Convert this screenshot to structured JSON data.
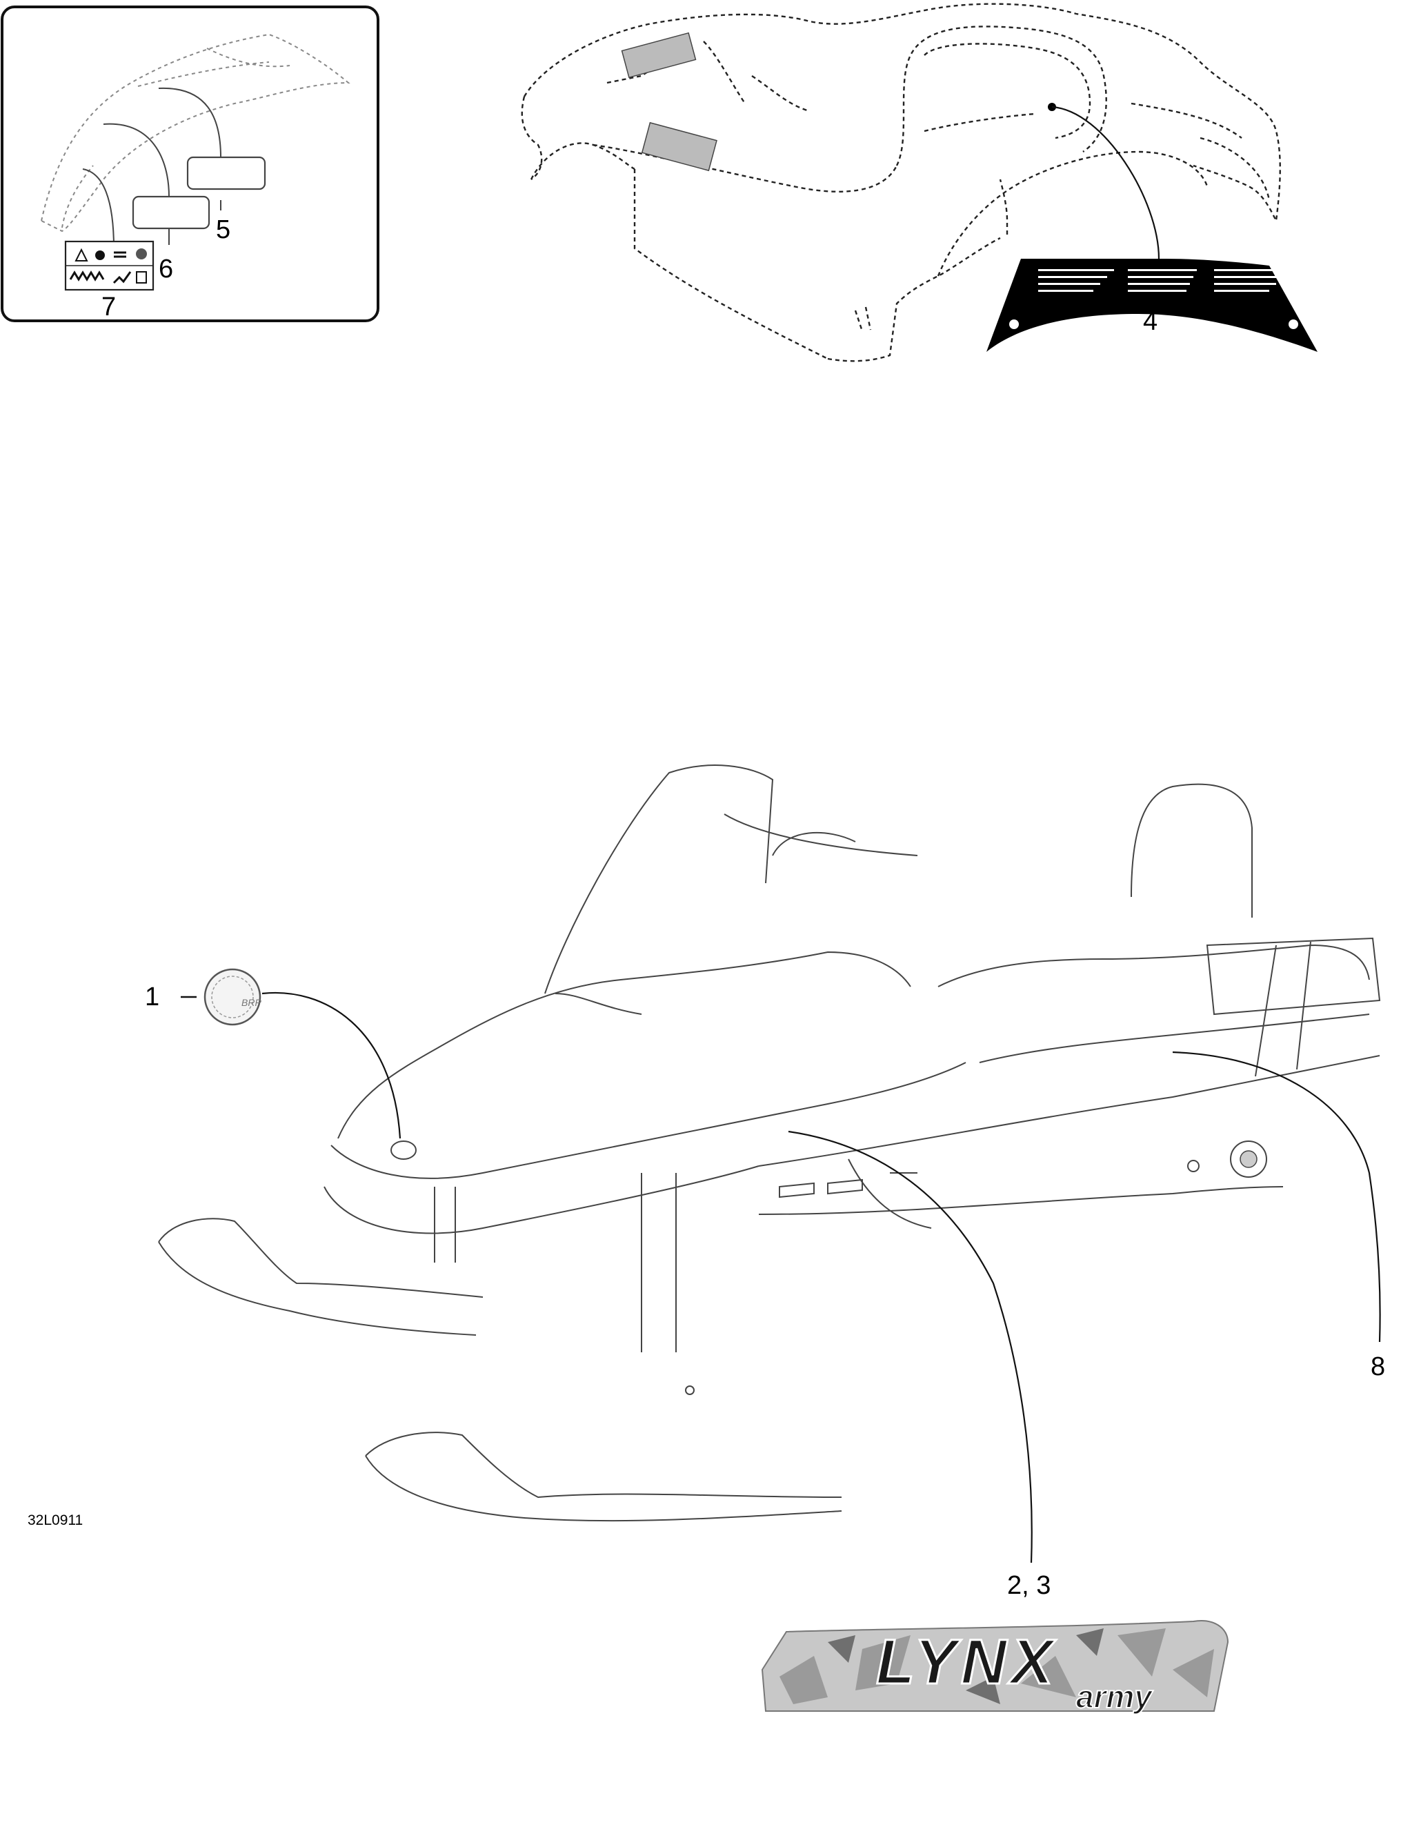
{
  "diagram": {
    "drawing_code": "32L0911",
    "callouts": {
      "c1": "1",
      "c23": "2, 3",
      "c4": "4",
      "c5": "5",
      "c6": "6",
      "c7": "7",
      "c8": "8"
    },
    "logo_text": "LYNX army",
    "emblem_text": "BRP"
  }
}
